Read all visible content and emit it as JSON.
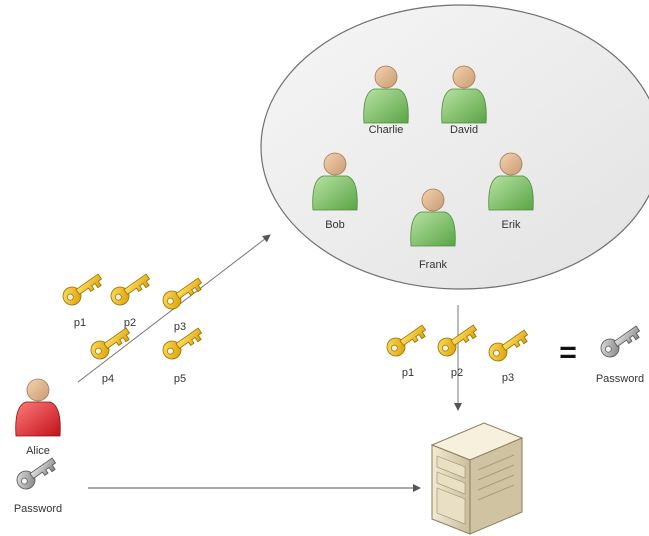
{
  "group": {
    "members": [
      {
        "name": "Charlie"
      },
      {
        "name": "David"
      },
      {
        "name": "Bob"
      },
      {
        "name": "Erik"
      },
      {
        "name": "Frank"
      }
    ]
  },
  "alice": {
    "name": "Alice",
    "key_label": "Password"
  },
  "shares_sent": [
    "p1",
    "p2",
    "p3",
    "p4",
    "p5"
  ],
  "shares_returned": [
    "p1",
    "p2",
    "p3"
  ],
  "equals_symbol": "=",
  "result_key_label": "Password",
  "colors": {
    "member": "#7fc46a",
    "alice": "#e0252b",
    "share_key": "#f2c21a",
    "password_key": "#9a9a9a",
    "server": "#e6dcc2"
  },
  "icons": {
    "person": "person-icon",
    "key": "key-icon",
    "server": "server-icon"
  }
}
